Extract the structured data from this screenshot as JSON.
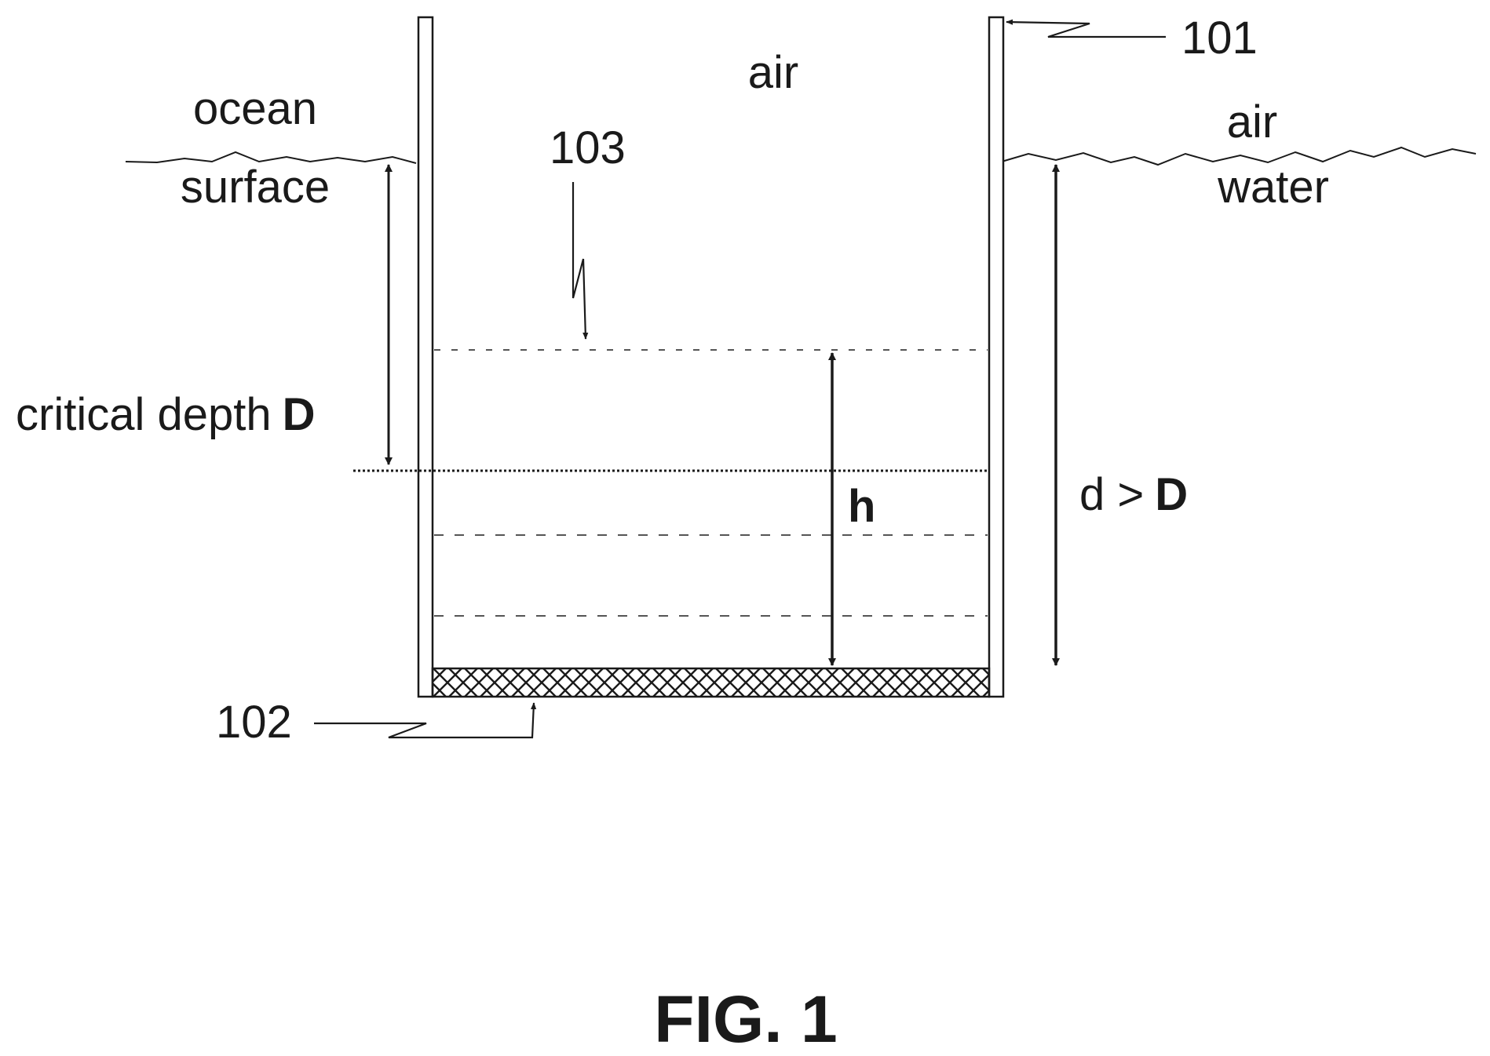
{
  "labels": {
    "air_top": "air",
    "ocean": "ocean",
    "surface": "surface",
    "air_right": "air",
    "water_right": "water",
    "critical_depth_text": "critical depth",
    "critical_depth_symbol": "D",
    "h": "h",
    "d_text": "d >",
    "d_symbol": "D",
    "ref_101": "101",
    "ref_102": "102",
    "ref_103": "103",
    "figure_caption": "FIG. 1"
  },
  "colors": {
    "ink": "#1a1a1a",
    "background": "#ffffff"
  }
}
